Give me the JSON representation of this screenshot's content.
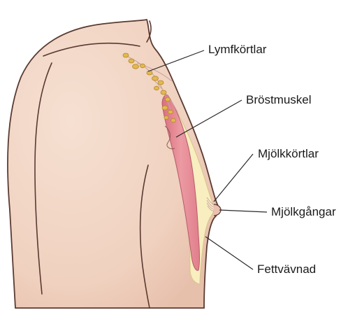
{
  "labels": {
    "lymph_nodes": "Lymfkörtlar",
    "pectoral_muscle": "Bröstmuskel",
    "mammary_glands": "Mjölkkörtlar",
    "milk_ducts": "Mjölkgångar",
    "fatty_tissue": "Fettvävnad"
  },
  "colors": {
    "skin": "#f2d5c4",
    "skin_outline": "#5a3a32",
    "muscle": "#e68e99",
    "fat": "#f8eec0",
    "lymph_node": "#e3b84f",
    "leader_line": "#2a2a2a"
  }
}
